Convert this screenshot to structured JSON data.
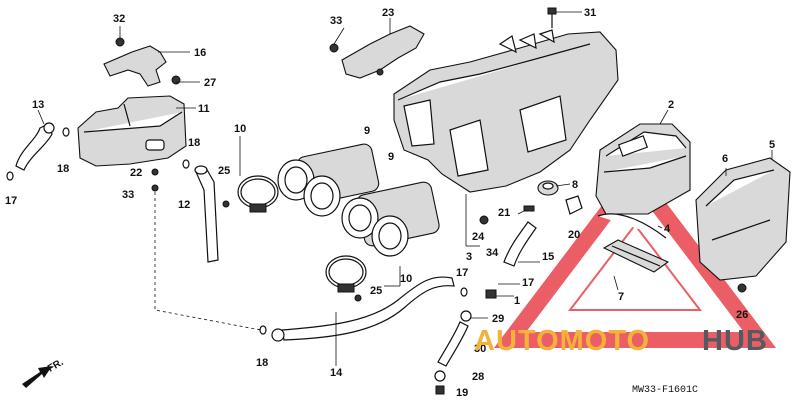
{
  "diagram": {
    "drawing_code": "MW33-F1601C",
    "front_label": "FR.",
    "watermark": {
      "part1": "AUTOMOTO",
      "part2": "HUB",
      "logo_color": "#e8434b",
      "accent_color": "#f4b23b"
    },
    "callouts": [
      {
        "id": "c32",
        "label": "32"
      },
      {
        "id": "c16",
        "label": "16"
      },
      {
        "id": "c27",
        "label": "27"
      },
      {
        "id": "c11",
        "label": "11"
      },
      {
        "id": "c13",
        "label": "13"
      },
      {
        "id": "c18a",
        "label": "18"
      },
      {
        "id": "c18b",
        "label": "18"
      },
      {
        "id": "c17a",
        "label": "17"
      },
      {
        "id": "c22",
        "label": "22"
      },
      {
        "id": "c33a",
        "label": "33"
      },
      {
        "id": "c12",
        "label": "12"
      },
      {
        "id": "c10a",
        "label": "10"
      },
      {
        "id": "c25a",
        "label": "25"
      },
      {
        "id": "c9a",
        "label": "9"
      },
      {
        "id": "c9b",
        "label": "9"
      },
      {
        "id": "c10b",
        "label": "10"
      },
      {
        "id": "c25b",
        "label": "25"
      },
      {
        "id": "c33b",
        "label": "33"
      },
      {
        "id": "c23",
        "label": "23"
      },
      {
        "id": "c31",
        "label": "31"
      },
      {
        "id": "c2",
        "label": "2"
      },
      {
        "id": "c6",
        "label": "6"
      },
      {
        "id": "c5",
        "label": "5"
      },
      {
        "id": "c8",
        "label": "8"
      },
      {
        "id": "c21",
        "label": "21"
      },
      {
        "id": "c24",
        "label": "24"
      },
      {
        "id": "c3",
        "label": "3"
      },
      {
        "id": "c34",
        "label": "34"
      },
      {
        "id": "c20",
        "label": "20"
      },
      {
        "id": "c4",
        "label": "4"
      },
      {
        "id": "c15",
        "label": "15"
      },
      {
        "id": "c17b",
        "label": "17"
      },
      {
        "id": "c17c",
        "label": "17"
      },
      {
        "id": "c1",
        "label": "1"
      },
      {
        "id": "c7",
        "label": "7"
      },
      {
        "id": "c29",
        "label": "29"
      },
      {
        "id": "c30",
        "label": "30"
      },
      {
        "id": "c26",
        "label": "26"
      },
      {
        "id": "c18c",
        "label": "18"
      },
      {
        "id": "c14",
        "label": "14"
      },
      {
        "id": "c28",
        "label": "28"
      },
      {
        "id": "c19",
        "label": "19"
      }
    ]
  }
}
